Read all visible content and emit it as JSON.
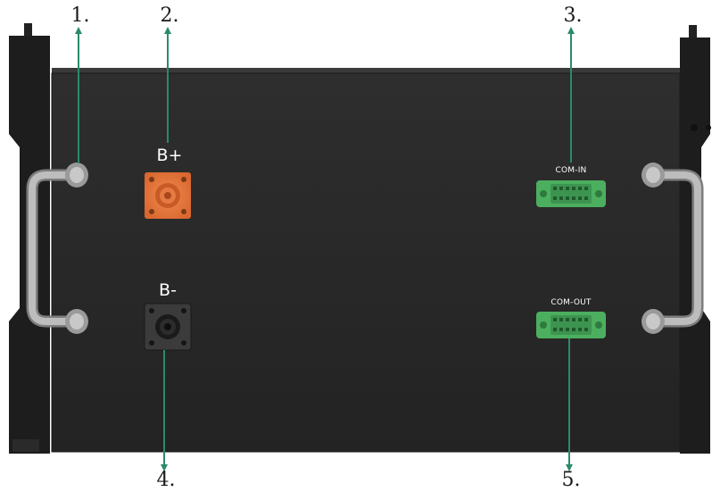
{
  "callouts": {
    "handle_left": "1.",
    "positive_terminal": "2.",
    "com_in_port": "3.",
    "negative_terminal": "4.",
    "com_out_port": "5."
  },
  "panel_labels": {
    "positive": "B+",
    "negative": "B-",
    "com_in": "COM-IN",
    "com_out": "COM-OUT"
  },
  "colors": {
    "panel": "#262626",
    "rails": "#1e1e1e",
    "positive_connector": "#e8773e",
    "negative_connector": "#3a3a3a",
    "com_ports": "#47a95a",
    "leader_lines": "#2b8a6a",
    "handles": "#a8a8a8"
  }
}
